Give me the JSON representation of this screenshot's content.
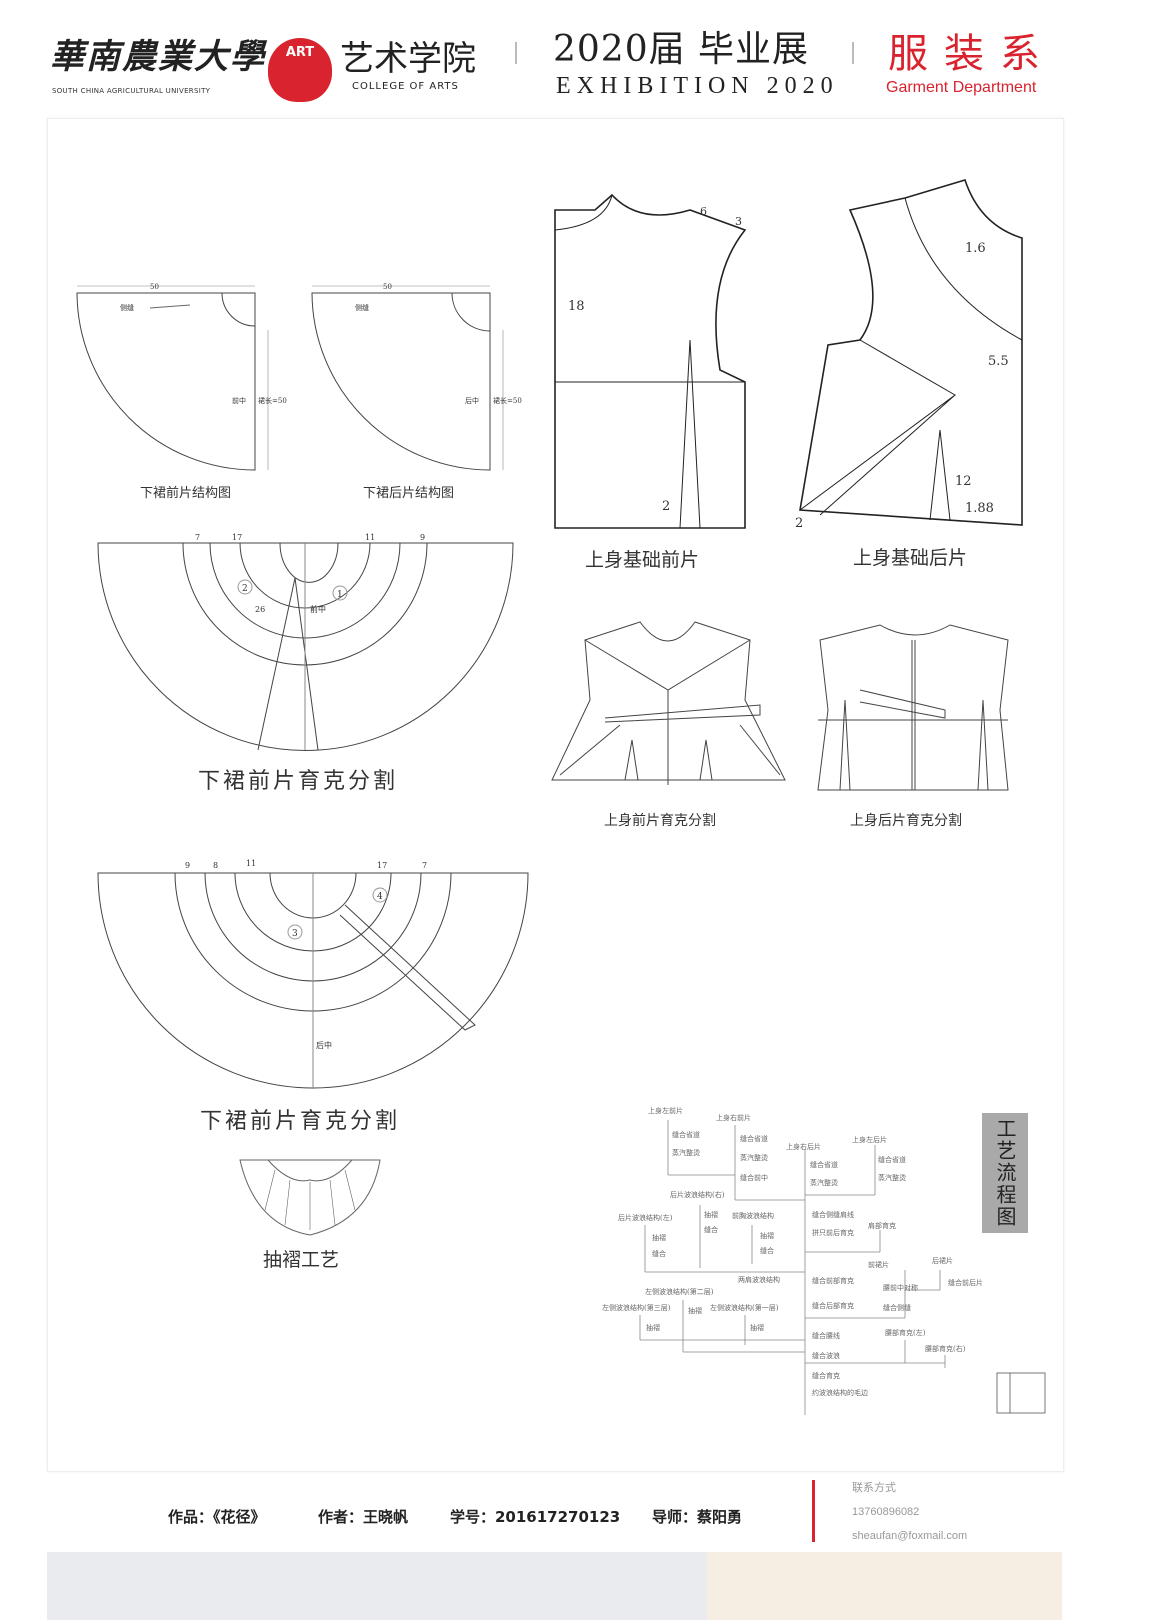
{
  "header": {
    "university": "華南農業大學",
    "university_en": "SOUTH CHINA AGRICULTURAL UNIVERSITY",
    "logo_text": "ART",
    "college": "艺术学院",
    "college_en": "COLLEGE OF ARTS",
    "exhibition": "2020届 毕业展",
    "exhibition_en": "EXHIBITION 2020",
    "department": "服装系",
    "department_en": "Garment Department",
    "brand_color": "#d9232e"
  },
  "figures": {
    "skirt_front": "下裙前片结构图",
    "skirt_back": "下裙后片结构图",
    "bodice_front": "上身基础前片",
    "bodice_back": "上身基础后片",
    "skirt_yoke_1": "下裙前片育克分割",
    "skirt_yoke_2": "下裙前片育克分割",
    "bodice_front_yoke": "上身前片育克分割",
    "bodice_back_yoke": "上身后片育克分割",
    "gathering": "抽褶工艺",
    "process_flow": "工艺流程图"
  },
  "annotations": {
    "w50": "50",
    "len50": "裙长=50",
    "front_center": "前中",
    "back_center": "后中",
    "grain": "侧缝",
    "n18": "18",
    "n6": "6",
    "n3": "3",
    "n2": "2",
    "n16": "1.6",
    "n55": "5.5",
    "n12": "12",
    "n188": "1.88",
    "c1": "1",
    "c2": "2",
    "c3": "3",
    "c4": "4",
    "t7": "7",
    "t17": "17",
    "t11": "11",
    "t9": "9",
    "t8": "8",
    "t26": "26"
  },
  "flowchart": {
    "nodes": [
      "上身左前片",
      "缝合省道",
      "蒸汽整烫",
      "上身右前片",
      "缝合省道",
      "蒸汽整烫",
      "缝合前中",
      "上身右后片",
      "缝合省道",
      "蒸汽整烫",
      "上身左后片",
      "缝合省道",
      "蒸汽整烫",
      "后片波浪结构(右)",
      "抽褶",
      "缝合",
      "后片波浪结构(左)",
      "抽褶",
      "缝合",
      "前胸波浪结构",
      "抽褶",
      "缝合",
      "缝合侧缝肩线",
      "拼只前后育克",
      "肩部育克",
      "两肩波浪结构",
      "缝合前部育克",
      "缝合后部育克",
      "前裙片",
      "腰前中对称",
      "后裙片",
      "缝合前后片",
      "缝合侧缝",
      "左侧波浪结构(第二层)",
      "抽褶",
      "左侧波浪结构(第三层)",
      "抽褶",
      "左侧波浪结构(第一层)",
      "抽褶",
      "缝合腰线",
      "腰部育克(左)",
      "腰部育克(右)",
      "缝合波浪",
      "缝合育克",
      "约波浪结构的毛边"
    ]
  },
  "footer": {
    "work": "作品：《花径》",
    "author": "作者：王晓帆",
    "student_id": "学号：201617270123",
    "advisor": "导师：蔡阳勇",
    "contact_label": "联系方式",
    "phone": "13760896082",
    "email": "sheaufan@foxmail.com"
  }
}
